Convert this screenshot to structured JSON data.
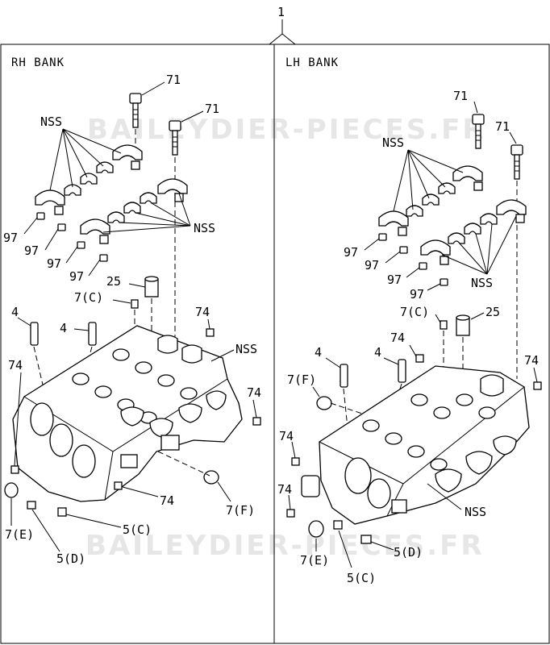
{
  "assembly_number": "1",
  "watermark": "BAILEYDIER-PIECES.FR",
  "panels": {
    "rh": {
      "title": "RH BANK",
      "labels": {
        "bolt_a": "71",
        "bolt_b": "71",
        "nss_top": "NSS",
        "nss_mid": "NSS",
        "p97_1": "97",
        "p97_2": "97",
        "p97_3": "97",
        "p97_4": "97",
        "p25": "25",
        "p7c": "7(C)",
        "p4a": "4",
        "p4b": "4",
        "p74_tr": "74",
        "nss_head": "NSS",
        "p74_l": "74",
        "p74_r": "74",
        "p74_b": "74",
        "p7f": "7(F)",
        "p5c": "5(C)",
        "p7e": "7(E)",
        "p5d": "5(D)"
      }
    },
    "lh": {
      "title": "LH BANK",
      "labels": {
        "bolt_a": "71",
        "bolt_b": "71",
        "nss_top": "NSS",
        "nss_mid": "NSS",
        "p97_1": "97",
        "p97_2": "97",
        "p97_3": "97",
        "p97_4": "97",
        "p7c": "7(C)",
        "p25": "25",
        "p74_t": "74",
        "p4a": "4",
        "p4b": "4",
        "p74_r": "74",
        "p7f": "7(F)",
        "p74_l": "74",
        "p74_l2": "74",
        "nss_head": "NSS",
        "p5d": "5(D)",
        "p7e": "7(E)",
        "p5c": "5(C)"
      }
    }
  }
}
